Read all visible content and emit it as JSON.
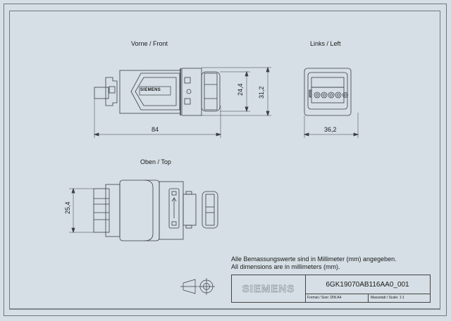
{
  "views": {
    "front": {
      "title": "Vorne / Front",
      "dim_length": "84",
      "dim_inner_height": "24,4",
      "dim_outer_height": "31,2",
      "logo_text": "SIEMENS"
    },
    "left": {
      "title": "Links / Left",
      "dim_width": "36,2"
    },
    "top": {
      "title": "Oben / Top",
      "dim_height": "25,4"
    }
  },
  "notes": {
    "line_de": "Alle Bemassungswerte sind in Millimeter (mm) angegeben.",
    "line_en": "All dimensions are in millimeters (mm)."
  },
  "title_block": {
    "logo": "SIEMENS",
    "drawing_number": "6GK19070AB116AA0_001",
    "format": "Format / Size: DIN A4",
    "scale": "Massstab / Scale: 1:1"
  },
  "colors": {
    "background": "#d5dfe5",
    "line": "#3a3f44",
    "frame": "#6d7a82"
  }
}
